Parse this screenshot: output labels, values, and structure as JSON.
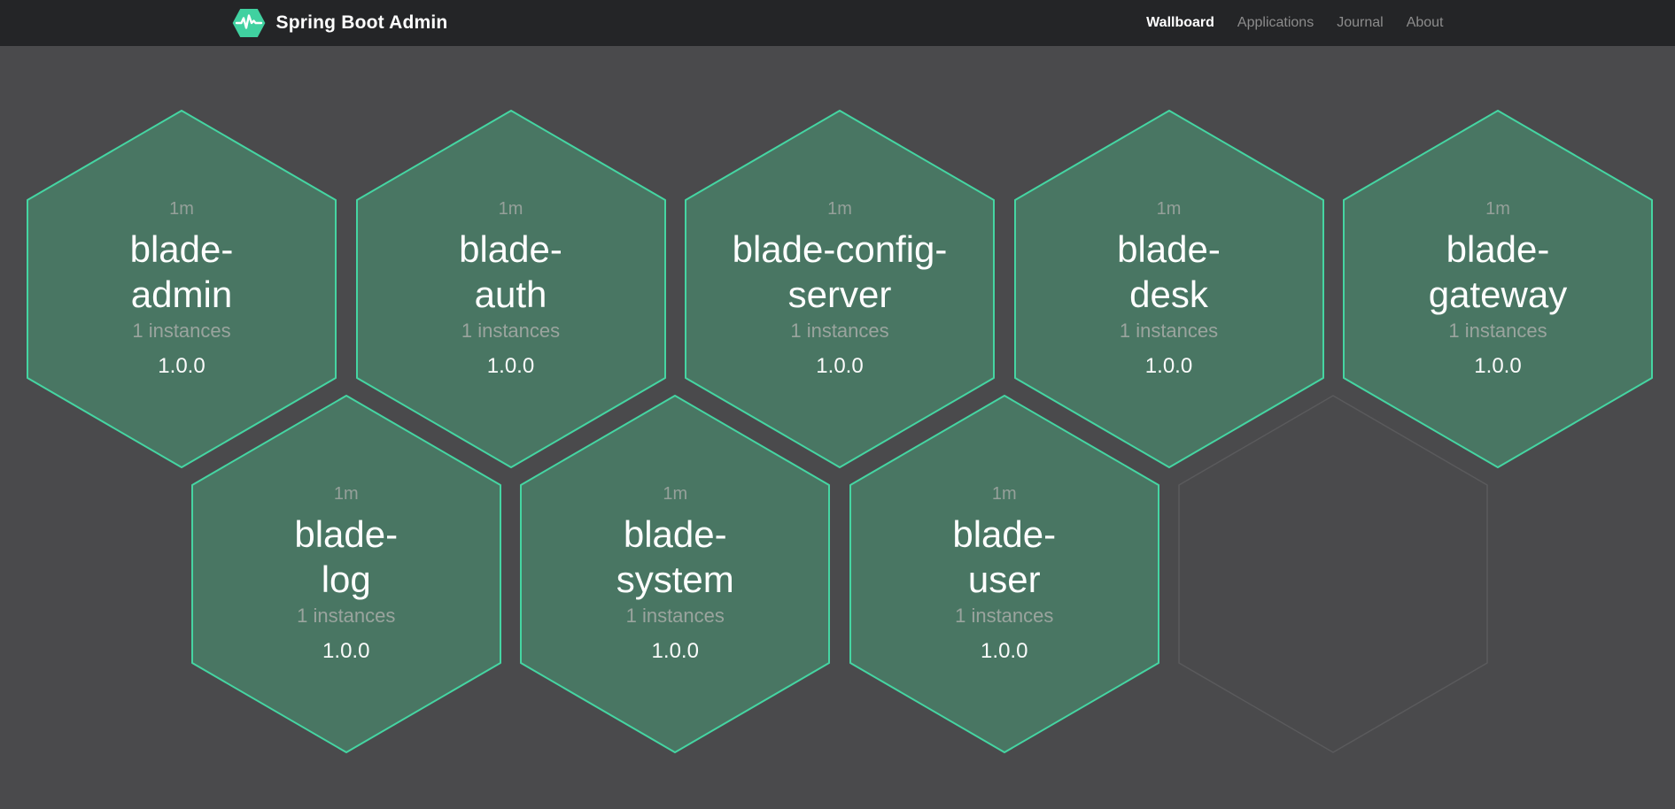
{
  "header": {
    "brand": {
      "title": "Spring Boot Admin",
      "logo_icon": "hexagon-pulse-icon"
    },
    "nav": [
      {
        "label": "Wallboard",
        "active": true
      },
      {
        "label": "Applications",
        "active": false
      },
      {
        "label": "Journal",
        "active": false
      },
      {
        "label": "About",
        "active": false
      }
    ]
  },
  "colors": {
    "header_bg": "#242527",
    "page_bg": "#4a4a4c",
    "hex_fill": "#497663",
    "hex_border": "#45d5a2",
    "empty_hex_border": "#5a5a5c",
    "logo_green": "#40d1a0",
    "muted_text": "#98a29c",
    "name_text": "#ffffff"
  },
  "wallboard": {
    "apps": [
      {
        "name": "blade-admin",
        "name_lines": [
          "blade-",
          "admin"
        ],
        "uptime": "1m",
        "instances": "1 instances",
        "version": "1.0.0"
      },
      {
        "name": "blade-auth",
        "name_lines": [
          "blade-",
          "auth"
        ],
        "uptime": "1m",
        "instances": "1 instances",
        "version": "1.0.0"
      },
      {
        "name": "blade-config-server",
        "name_lines": [
          "blade-config-",
          "server"
        ],
        "uptime": "1m",
        "instances": "1 instances",
        "version": "1.0.0"
      },
      {
        "name": "blade-desk",
        "name_lines": [
          "blade-",
          "desk"
        ],
        "uptime": "1m",
        "instances": "1 instances",
        "version": "1.0.0"
      },
      {
        "name": "blade-gateway",
        "name_lines": [
          "blade-",
          "gateway"
        ],
        "uptime": "1m",
        "instances": "1 instances",
        "version": "1.0.0"
      },
      {
        "name": "blade-log",
        "name_lines": [
          "blade-",
          "log"
        ],
        "uptime": "1m",
        "instances": "1 instances",
        "version": "1.0.0"
      },
      {
        "name": "blade-system",
        "name_lines": [
          "blade-",
          "system"
        ],
        "uptime": "1m",
        "instances": "1 instances",
        "version": "1.0.0"
      },
      {
        "name": "blade-user",
        "name_lines": [
          "blade-",
          "user"
        ],
        "uptime": "1m",
        "instances": "1 instances",
        "version": "1.0.0"
      }
    ],
    "rows": [
      [
        0,
        1,
        2,
        3,
        4
      ],
      [
        5,
        6,
        7,
        null
      ]
    ]
  }
}
